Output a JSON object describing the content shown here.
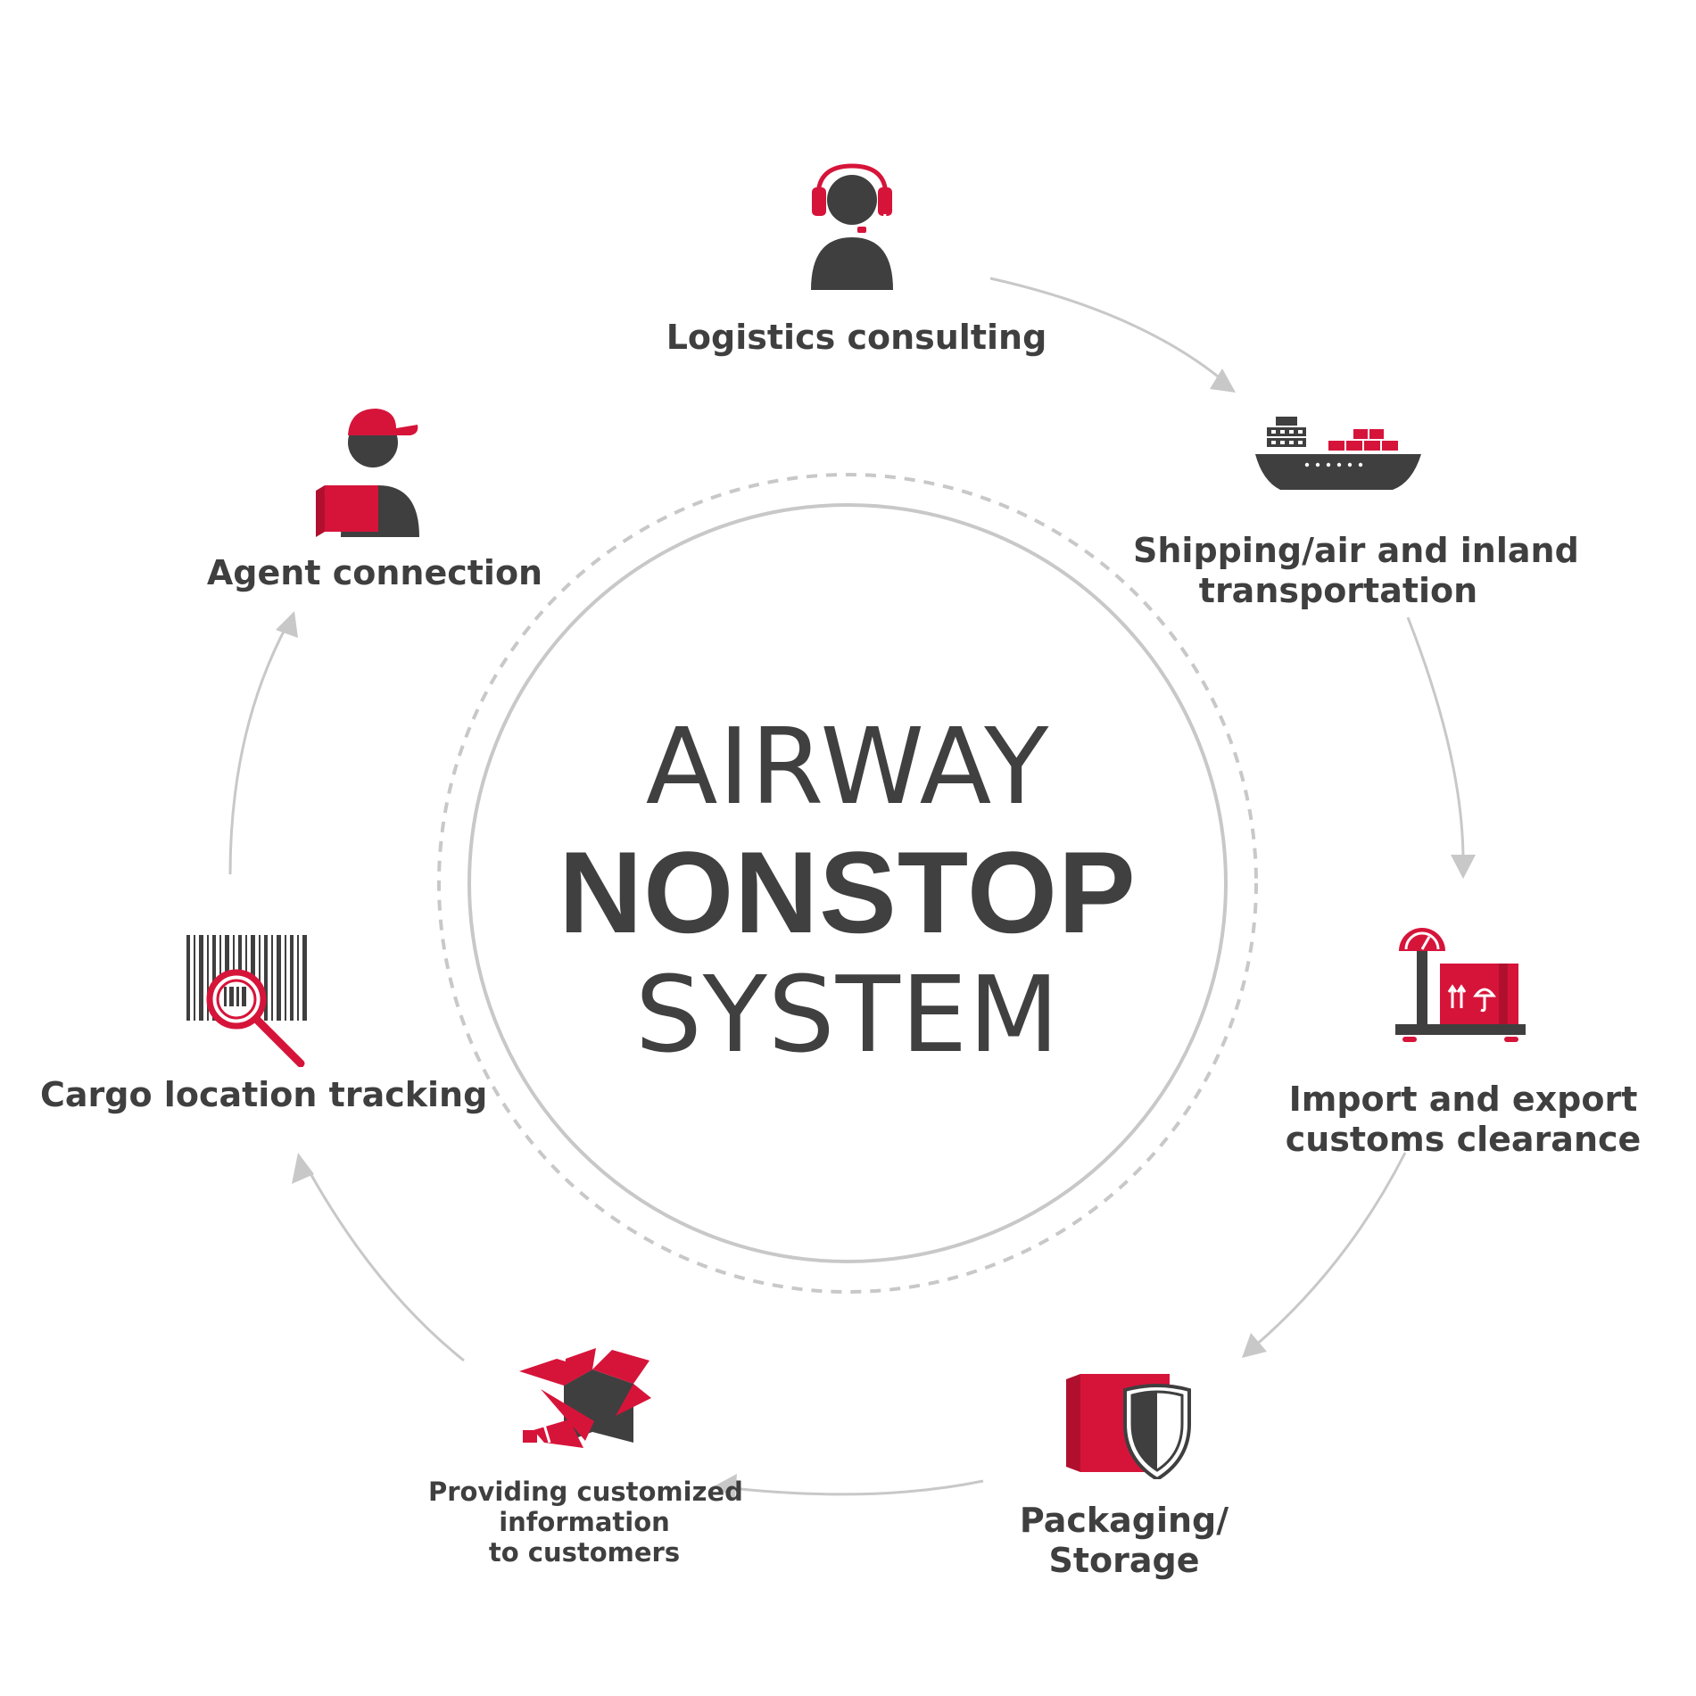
{
  "title": {
    "line1": "AIRWAY",
    "line2": "NONSTOP",
    "line3": "SYSTEM"
  },
  "colors": {
    "accent": "#d6143a",
    "dark": "#3f3f3f",
    "ring": "#c8c8c8",
    "arrow": "#c8c8c8"
  },
  "steps": [
    {
      "icon": "headset-operator-icon",
      "lines": [
        "Logistics consulting"
      ]
    },
    {
      "icon": "cargo-ship-icon",
      "lines": [
        "Shipping/air and inland",
        "transportation"
      ]
    },
    {
      "icon": "weighing-scale-icon",
      "lines": [
        "Import and export",
        "customs clearance"
      ]
    },
    {
      "icon": "box-shield-icon",
      "lines": [
        "Packaging/",
        "Storage"
      ]
    },
    {
      "icon": "open-box-megaphone-icon",
      "lines": [
        "Providing customized",
        "information",
        "to customers"
      ]
    },
    {
      "icon": "barcode-magnifier-icon",
      "lines": [
        "Cargo location tracking"
      ]
    },
    {
      "icon": "delivery-agent-icon",
      "lines": [
        "Agent connection"
      ]
    }
  ]
}
